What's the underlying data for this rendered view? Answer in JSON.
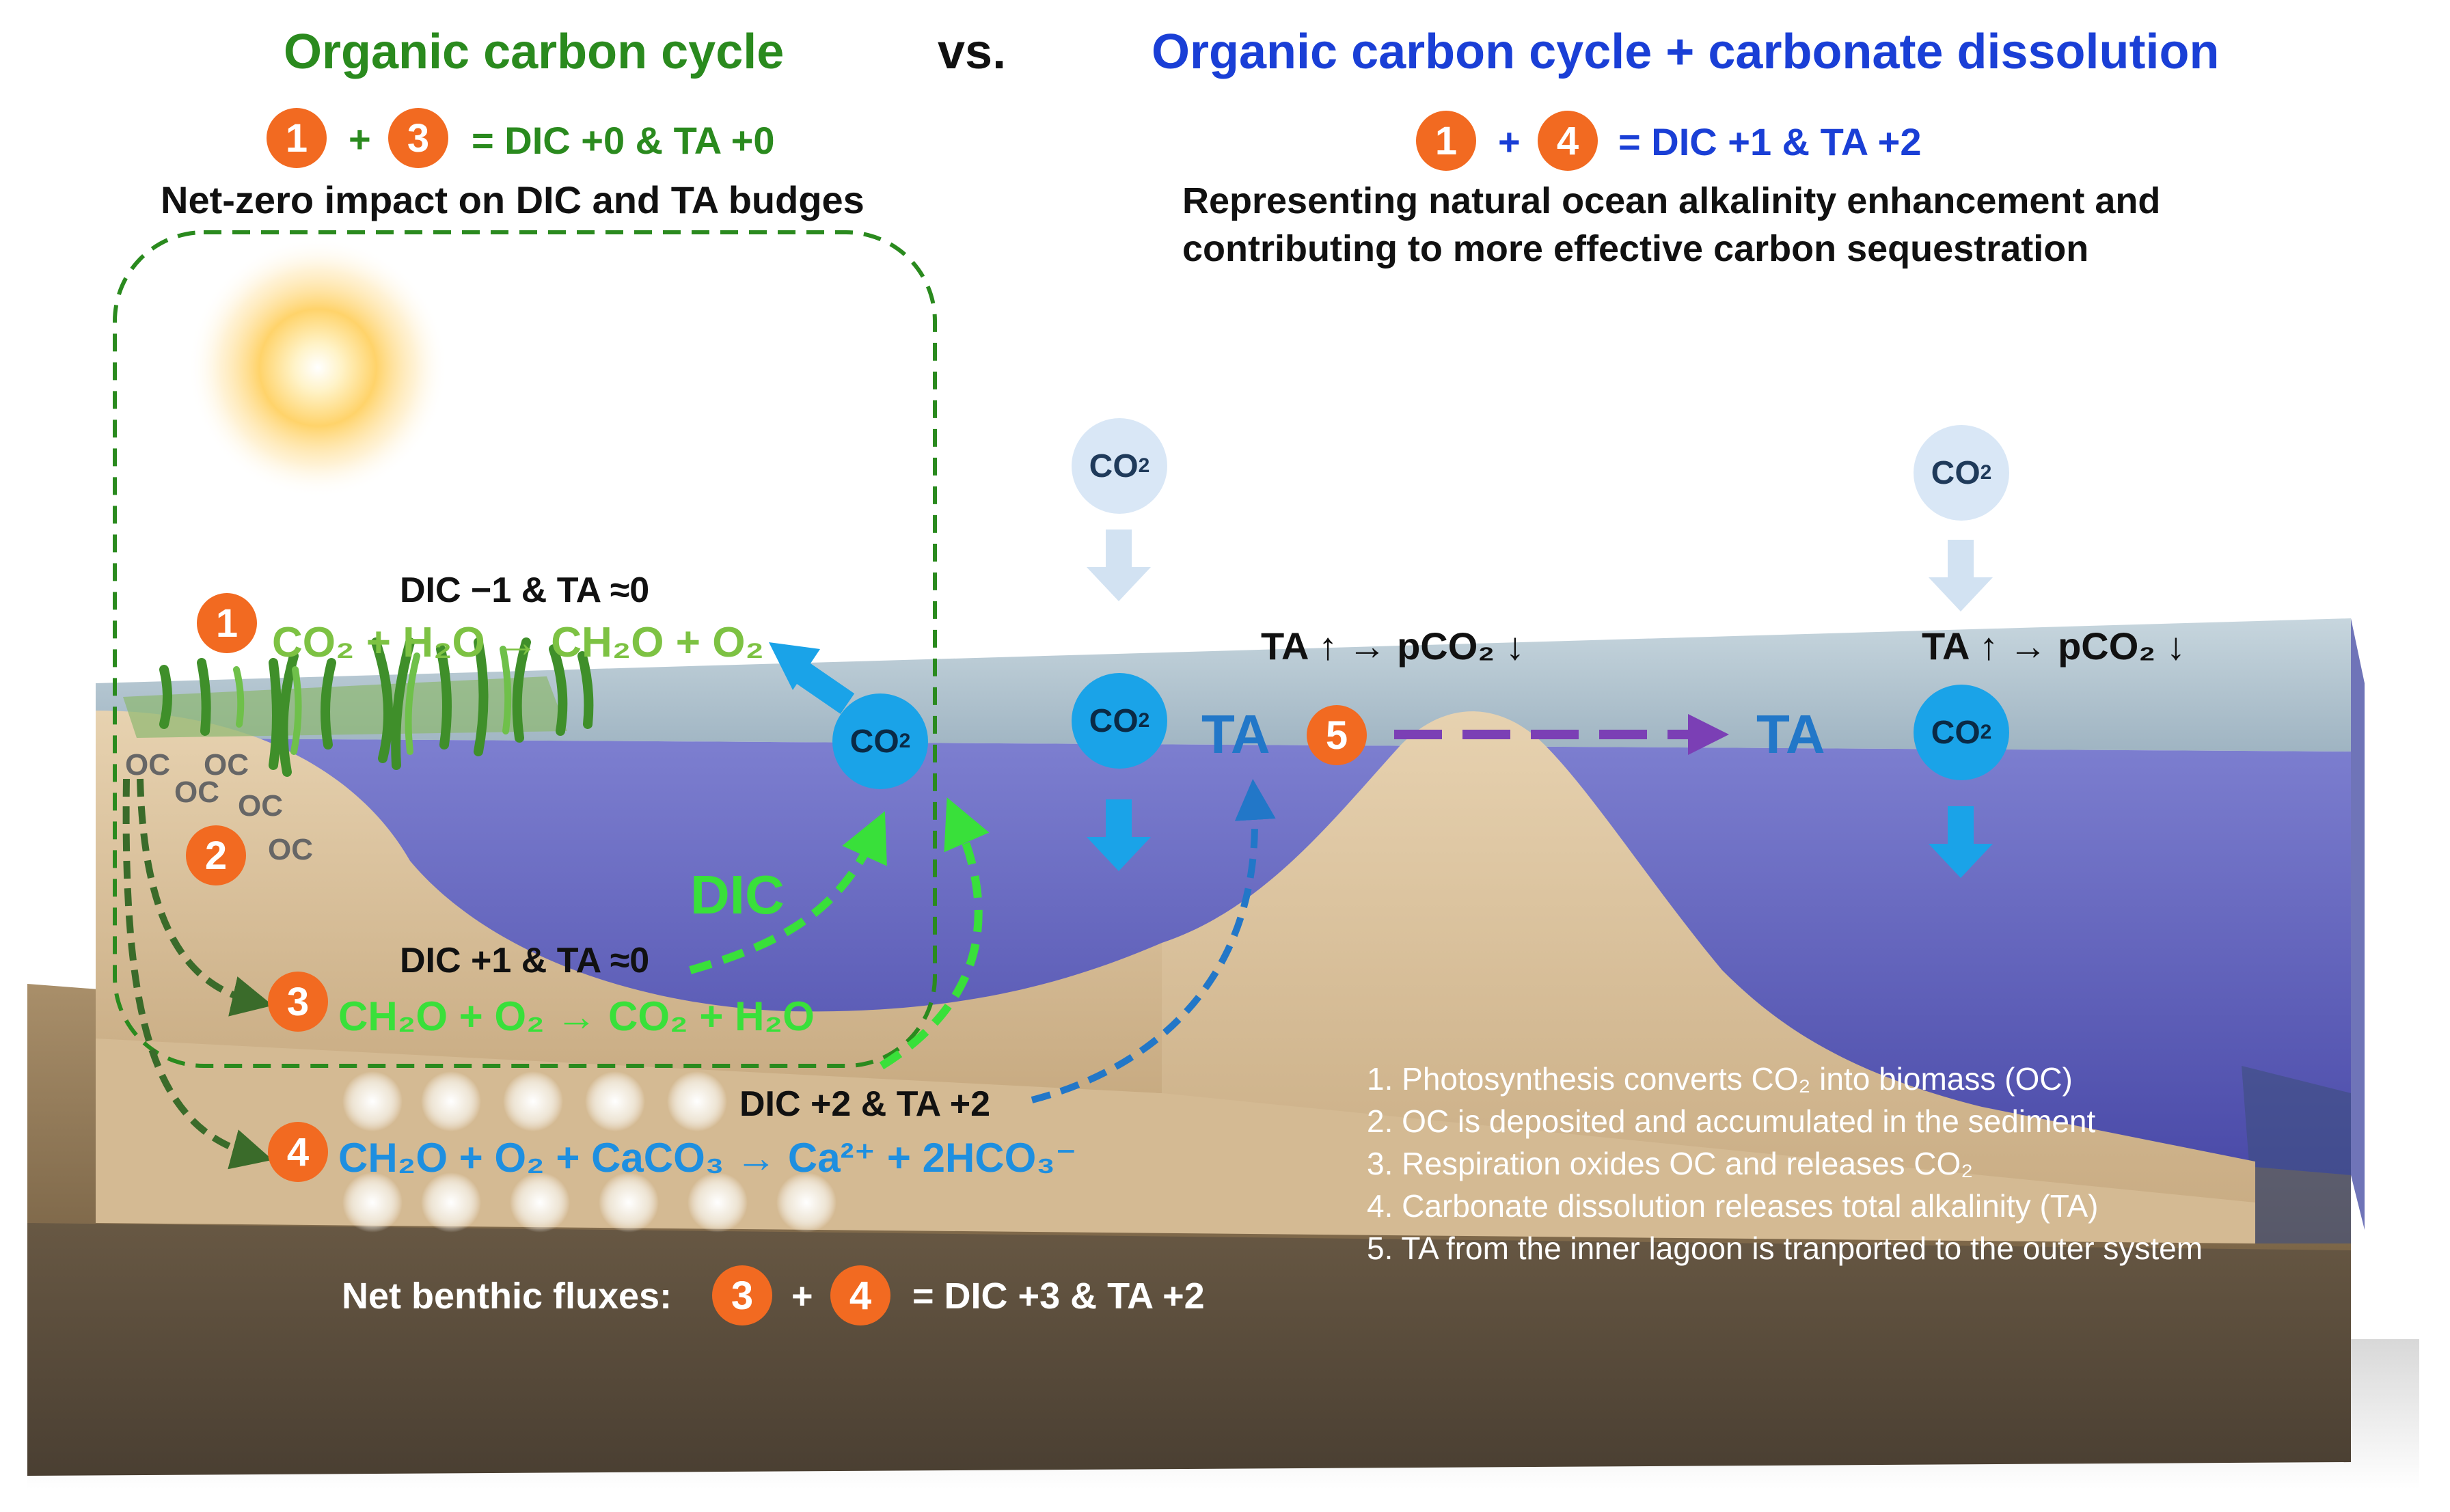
{
  "title_left": "Organic carbon cycle",
  "title_vs": "vs.",
  "title_right": "Organic carbon cycle + carbonate dissolution",
  "left_equation": {
    "plus": "+",
    "result": "= DIC +0 & TA +0"
  },
  "left_subtitle": "Net-zero impact on DIC and TA budges",
  "right_equation": {
    "plus": "+",
    "result": "= DIC +1 & TA +2"
  },
  "right_subtitle": [
    "Representing natural ocean alkalinity enhancement and",
    "contributing to more effective carbon sequestration"
  ],
  "badges": {
    "b1": "1",
    "b2": "2",
    "b3": "3",
    "b4": "4",
    "b5": "5"
  },
  "reactions": {
    "r1_label": "DIC −1 & TA ≈0",
    "r1": "CO₂ + H₂O → CH₂O + O₂",
    "r3_label": "DIC +1 & TA ≈0",
    "r3": "CH₂O + O₂ → CO₂ + H₂O",
    "r4_label": "DIC +2 & TA +2",
    "r4": "CH₂O + O₂ + CaCO₃ → Ca²⁺ + 2HCO₃⁻"
  },
  "oc_labels": [
    "OC",
    "OC",
    "OC",
    "OC",
    "OC"
  ],
  "dic_label": "DIC",
  "co2_label": "CO",
  "co2_sub": "2",
  "ta_labels": {
    "inner": "TA",
    "outer": "TA"
  },
  "ta_pco2": "TA ↑ → pCO₂ ↓",
  "net_benthic": {
    "label": "Net benthic fluxes:",
    "plus": "+",
    "result": "= DIC +3 & TA +2"
  },
  "legend": [
    "1. Photosynthesis converts CO₂ into biomass (OC)",
    "2. OC is deposited and accumulated in the sediment",
    "3. Respiration oxides OC and releases CO₂",
    "4. Carbonate dissolution releases total alkalinity (TA)",
    "5. TA from the inner lagoon is tranported to the outer system"
  ],
  "colors": {
    "green_title": "#2a8a1e",
    "blue_title": "#1a3fd6",
    "badge": "#f26a21",
    "reaction_green": "#7dc243",
    "reaction_bright_green": "#39e03a",
    "reaction_blue": "#1e8fe0",
    "arrow_purple": "#7b3fb5",
    "co2_bright": "#1aa3e8",
    "co2_light": "#d9e7f6"
  }
}
